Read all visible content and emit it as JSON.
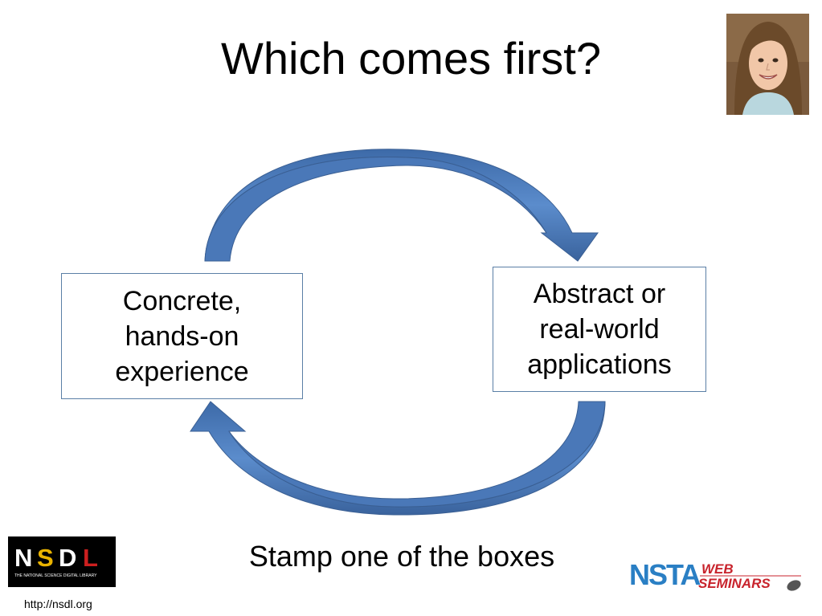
{
  "slide": {
    "title": "Which comes first?",
    "instruction": "Stamp one of the boxes"
  },
  "cycle": {
    "left_box": [
      "Concrete,",
      "hands-on",
      "experience"
    ],
    "right_box": [
      "Abstract or",
      "real-world",
      "applications"
    ],
    "arrow_color": "#4f7fc0"
  },
  "footer": {
    "nsdl_logo_text": "NSDL",
    "nsdl_tagline": "THE NATIONAL SCIENCE DIGITAL LIBRARY",
    "nsdl_url": "http://nsdl.org",
    "nsta_logo_text": "NSTA",
    "nsta_web": "WEB",
    "nsta_seminars": "SEMINARS"
  }
}
